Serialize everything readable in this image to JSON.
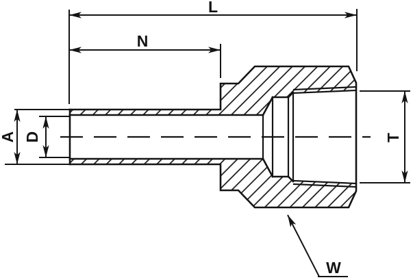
{
  "figure": {
    "type": "technical-section-drawing",
    "subject": "tube to female pipe-thread adapter fitting, cross-section view",
    "background_color": "#ffffff",
    "line_color": "#141414",
    "labels": {
      "overall_length": "L",
      "stem_length": "N",
      "stem_outer_diameter": "A",
      "bore_diameter": "D",
      "thread_diameter": "T",
      "wrench_flat": "W"
    }
  }
}
